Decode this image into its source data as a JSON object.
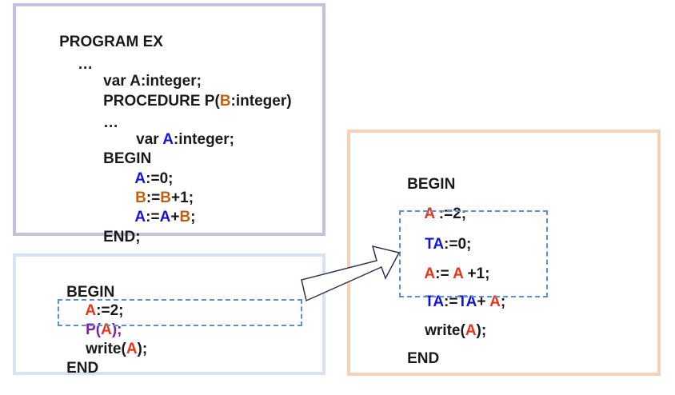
{
  "program_panel": {
    "header": "PROGRAM EX",
    "ellipsis1": "…",
    "var_decl": "var A:integer;",
    "proc_prefix": "PROCEDURE P(",
    "proc_param": "B",
    "proc_suffix": ":integer)",
    "ellipsis2": "…",
    "local_var_prefix": "var ",
    "local_var_name": "A",
    "local_var_suffix": ":integer;",
    "begin": "BEGIN",
    "stmt1": {
      "v1": "A",
      "op": ":=0;"
    },
    "stmt2": {
      "v1": "B",
      "op1": ":=",
      "v2": "B",
      "op2": "+1;"
    },
    "stmt3": {
      "v1": "A",
      "op1": ":=",
      "v2": "A",
      "op2": "+",
      "v3": "B",
      "op3": ";"
    },
    "end": "END;"
  },
  "call_panel": {
    "begin": "BEGIN",
    "assign": {
      "v": "A",
      "op": ":=2;"
    },
    "call": {
      "name": "P(",
      "arg": "A",
      "close": ");"
    },
    "write": {
      "pre": "write(",
      "arg": "A",
      "post": ");"
    },
    "end": "END"
  },
  "expanded_panel": {
    "begin": "BEGIN",
    "assign": {
      "v": "A",
      "op": " :=2;"
    },
    "ta_init": {
      "v": "TA",
      "op": ":=0;"
    },
    "a_update": {
      "v1": "A",
      "op1": ":= ",
      "v2": "A",
      "op2": " +1;"
    },
    "ta_update": {
      "v1": "TA",
      "op1": ":=",
      "v2": "TA",
      "op2": "+ ",
      "v3": "A",
      "op3": ";"
    },
    "write": {
      "pre": "write(",
      "arg": "A",
      "post": ");"
    },
    "end": "END"
  },
  "colors": {
    "program_border": "#c8bfdc",
    "call_border": "#d7e3f0",
    "expanded_border": "#f4d2b8",
    "dashed": "#5b8fd6",
    "red": "#e8341a",
    "blue": "#1414d8",
    "orange": "#c25f12",
    "purple": "#7a1fa8"
  }
}
